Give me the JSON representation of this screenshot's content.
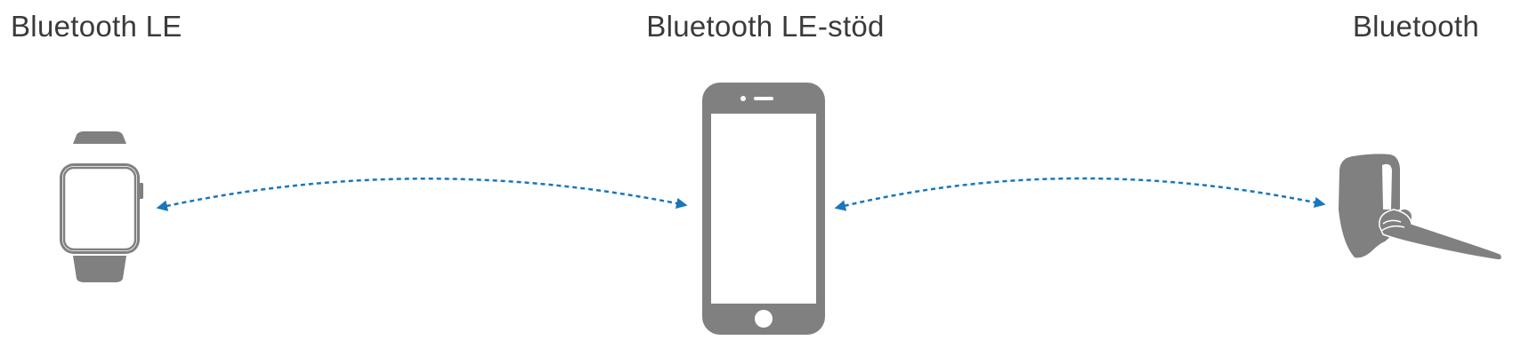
{
  "labels": {
    "left": "Bluetooth LE",
    "center": "Bluetooth LE-stöd",
    "right": "Bluetooth"
  },
  "devices": [
    {
      "name": "watch",
      "icon": "smartwatch-icon"
    },
    {
      "name": "phone",
      "icon": "smartphone-icon"
    },
    {
      "name": "headset",
      "icon": "bluetooth-headset-icon"
    }
  ],
  "colors": {
    "device": "#808080",
    "text": "#3a3a3a",
    "connection": "#1a75bb"
  }
}
